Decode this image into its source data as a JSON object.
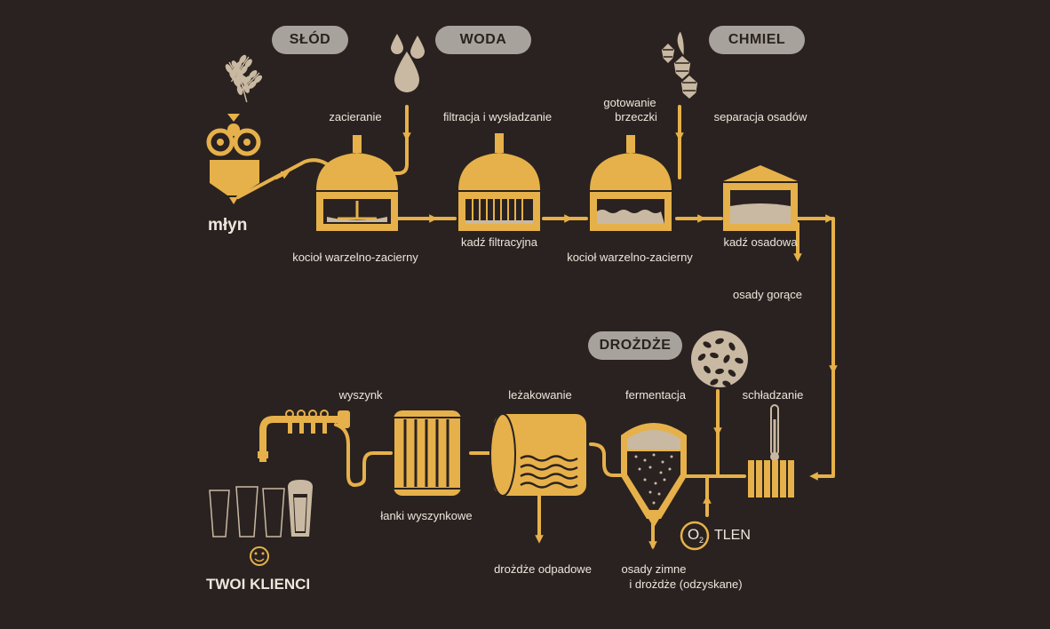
{
  "colors": {
    "background": "#2a2220",
    "accent": "#e6b14a",
    "pale": "#c9b9a2",
    "pill": "#a8a29c",
    "text": "#ece6dc"
  },
  "pills": {
    "malt": "SŁÓD",
    "water": "WODA",
    "hops": "CHMIEL",
    "yeast": "DROŻDŻE"
  },
  "labels": {
    "mill": "młyn",
    "mashing": "zacieranie",
    "mash_kettle": "kocioł warzelno-zacierny",
    "lautering": "filtracja i wysładzanie",
    "lauter_tun": "kadź filtracyjna",
    "wort_boiling_1": "gotowanie",
    "wort_boiling_2": "brzeczki",
    "boil_kettle": "kocioł warzelno-zacierny",
    "trub_separation": "separacja osadów",
    "whirlpool": "kadź osadowa",
    "hot_trub": "osady gorące",
    "cooling": "schładzanie",
    "fermentation": "fermentacja",
    "maturation": "leżakowanie",
    "dispensing": "wyszynk",
    "bright_tanks": "łanki wyszynkowe",
    "waste_yeast": "drożdże odpadowe",
    "cold_trub_1": "osady zimne",
    "cold_trub_2": "i drożdże (odzyskane)",
    "oxygen_symbol": "O",
    "oxygen_sub": "2",
    "oxygen": "TLEN",
    "customers": "TWOI KLIENCI"
  }
}
